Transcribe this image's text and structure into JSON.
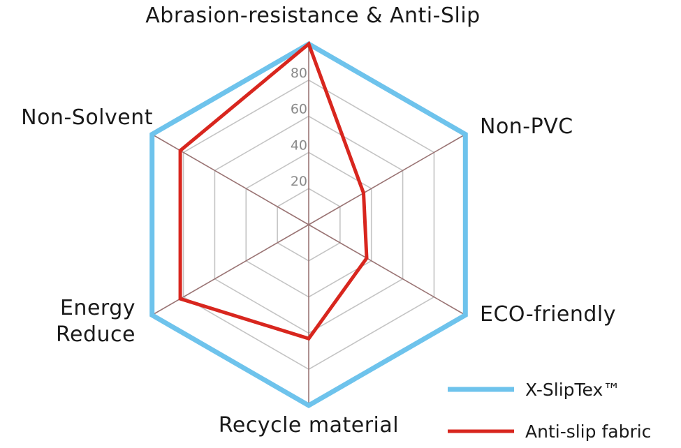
{
  "chart_data": {
    "type": "radar",
    "axes": [
      "Abrasion-resistance & Anti-Slip",
      "Non-PVC",
      "ECO-friendly",
      "Recycle material",
      "Energy Reduce",
      "Non-Solvent"
    ],
    "range": [
      0,
      100
    ],
    "ticks": [
      20,
      40,
      60,
      80
    ],
    "grid": true,
    "legend_position": "bottom-right",
    "series": [
      {
        "name": "X-SlipTex™",
        "color": "#6ec3ec",
        "values": [
          100,
          100,
          100,
          100,
          100,
          100
        ]
      },
      {
        "name": "Anti-slip fabric",
        "color": "#d8261e",
        "values": [
          100,
          35,
          37,
          63,
          82,
          82
        ]
      }
    ]
  }
}
